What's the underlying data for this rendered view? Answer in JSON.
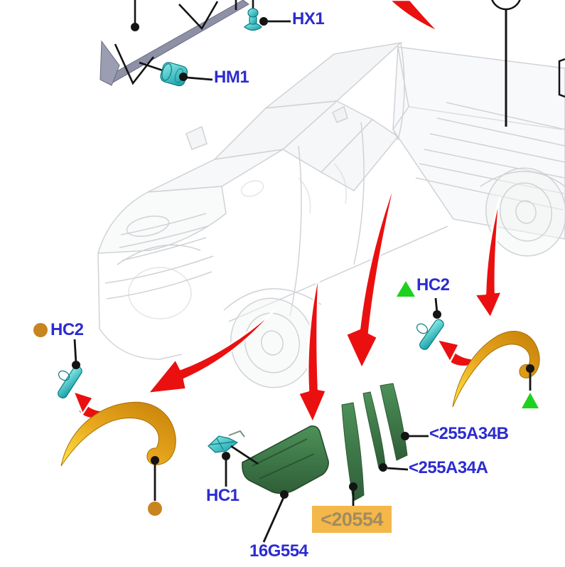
{
  "diagram": {
    "kind": "vehicle-parts-exploded-view",
    "vehicle": "pickup-truck-ghost-wireframe",
    "selected_part": "<20554"
  },
  "labels": {
    "hx1": {
      "text": "HX1"
    },
    "hm1": {
      "text": "HM1"
    },
    "hc2_left": {
      "text": "HC2",
      "marker": "orange-circle"
    },
    "hc2_right": {
      "text": "HC2",
      "marker": "green-triangle"
    },
    "hc1": {
      "text": "HC1"
    },
    "part_16g554": {
      "text": "16G554"
    },
    "part_255a34b": {
      "text": "<255A34B"
    },
    "part_255a34a": {
      "text": "<255A34A"
    },
    "part_20554": {
      "text": "<20554",
      "highlighted": true
    }
  },
  "parts": {
    "roof_rail_molding": "gray diagonal rail strip, fasteners HX1 and HM1",
    "wheel_arch_flare_front": "yellow-gold front wheel arch flare with clip HC2 (orange-circle set)",
    "wheel_arch_flare_rear": "yellow-gold rear wheel arch flare with clip HC2 (green-triangle set)",
    "quarter_molding_16g554": "green wedge molding with clip HC1",
    "pillar_molding_20554": "green pillar strip (selected / highlighted)",
    "pillar_molding_255a34a": "green narrow pillar strip",
    "pillar_molding_255a34b": "green wide pillar strip"
  },
  "colors": {
    "label_blue": "#2c2cd0",
    "highlight_bg": "#f4b74a",
    "highlight_text": "#a08c60",
    "arrow_red": "#ea1010",
    "part_green": "#3e7c46",
    "clip_teal": "#35c8c8",
    "marker_orange": "#c8841e",
    "marker_green": "#1fd11f",
    "arch_yellow": "#ffe844",
    "arch_gold": "#cf8c0c",
    "rail_gray": "#8e90a6",
    "wireframe_gray": "#ced0d4"
  }
}
